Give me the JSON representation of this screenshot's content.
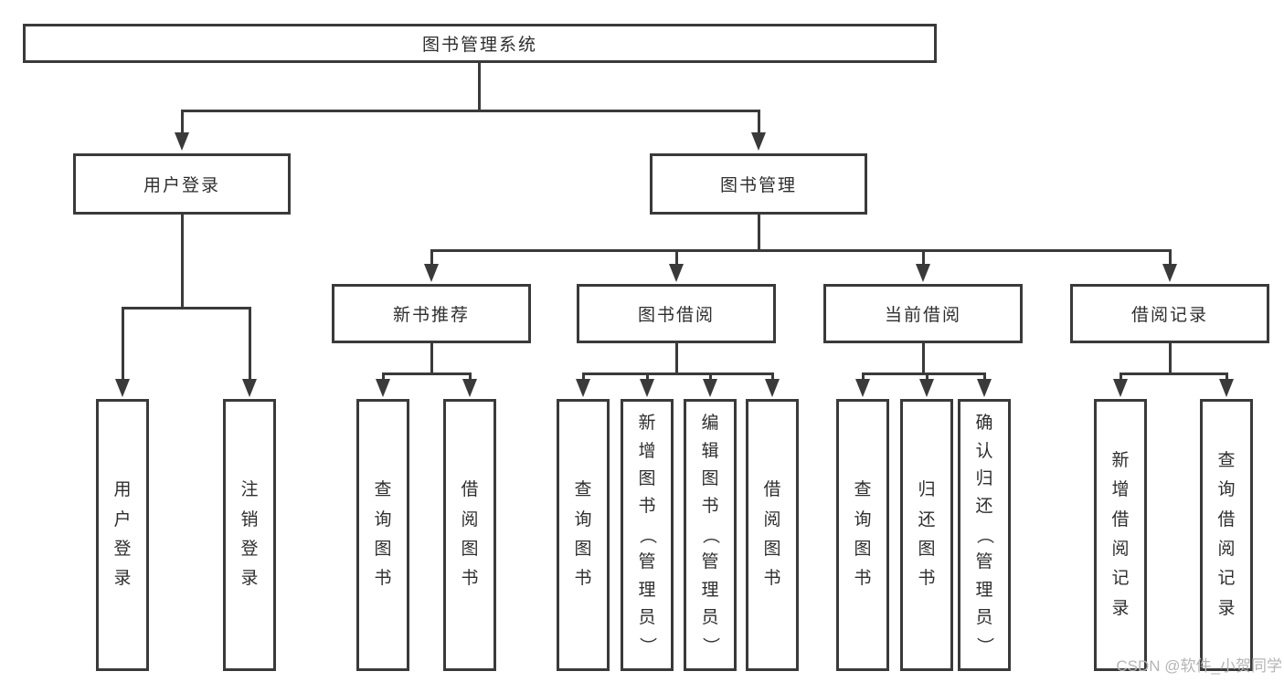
{
  "diagram": {
    "root": {
      "label": "图书管理系统"
    },
    "level2": [
      {
        "label": "用户登录"
      },
      {
        "label": "图书管理"
      }
    ],
    "level3": [
      {
        "label": "新书推荐"
      },
      {
        "label": "图书借阅"
      },
      {
        "label": "当前借阅"
      },
      {
        "label": "借阅记录"
      }
    ],
    "leaves": [
      {
        "label": "用户登录"
      },
      {
        "label": "注销登录"
      },
      {
        "label": "查询图书"
      },
      {
        "label": "借阅图书"
      },
      {
        "label": "查询图书"
      },
      {
        "label": "新增图书（管理员）"
      },
      {
        "label": "编辑图书（管理员）"
      },
      {
        "label": "借阅图书"
      },
      {
        "label": "查询图书"
      },
      {
        "label": "归还图书"
      },
      {
        "label": "确认归还（管理员）"
      },
      {
        "label": "新增借阅记录"
      },
      {
        "label": "查询借阅记录"
      }
    ],
    "watermark": "CSDN @软件_小贺同学"
  },
  "colors": {
    "line": "#3a3a3a",
    "text": "#2e2e2e",
    "background": "#ffffff",
    "watermark": "#b5b5b5"
  }
}
